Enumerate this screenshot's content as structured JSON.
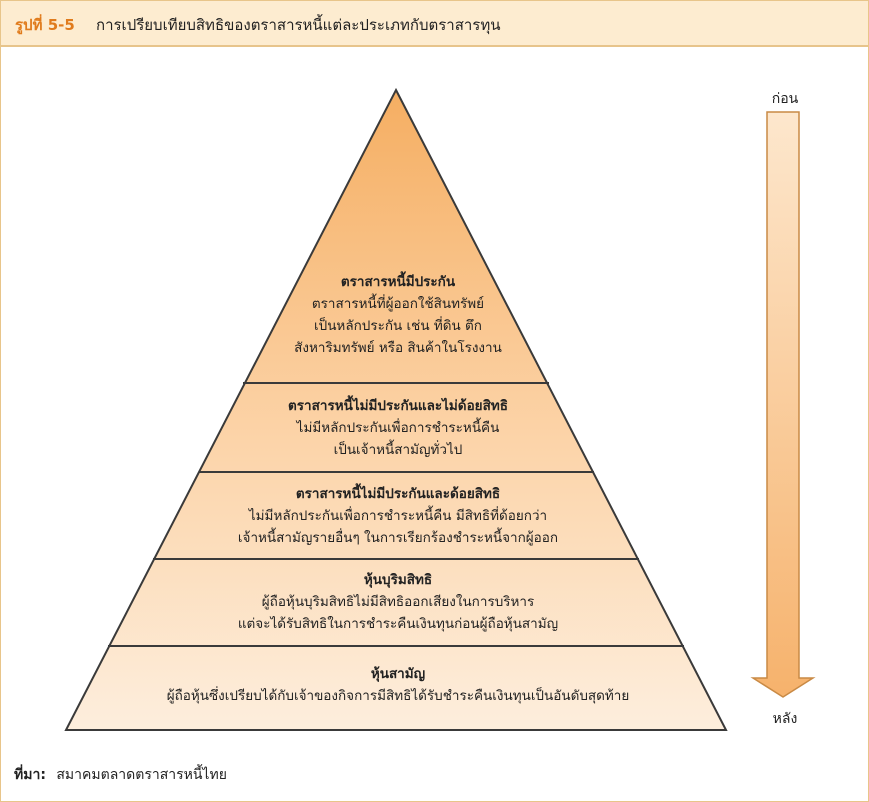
{
  "figure": {
    "number": "รูปที่ 5-5",
    "title": "การเปรียบเทียบสิทธิของตราสารหนี้แต่ละประเภทกับตราสารทุน"
  },
  "tiers": [
    {
      "title": "ตราสารหนี้มีประกัน",
      "lines": [
        "ตราสารหนี้ที่ผู้ออกใช้สินทรัพย์",
        "เป็นหลักประกัน เช่น ที่ดิน ตึก",
        "สังหาริมทรัพย์ หรือ สินค้าในโรงงาน"
      ]
    },
    {
      "title": "ตราสารหนี้ไม่มีประกันและไม่ด้อยสิทธิ",
      "lines": [
        "ไม่มีหลักประกันเพื่อการชำระหนี้คืน",
        "เป็นเจ้าหนี้สามัญทั่วไป"
      ]
    },
    {
      "title": "ตราสารหนี้ไม่มีประกันและด้อยสิทธิ",
      "lines": [
        "ไม่มีหลักประกันเพื่อการชำระหนี้คืน มีสิทธิที่ด้อยกว่า",
        "เจ้าหนี้สามัญรายอื่นๆ ในการเรียกร้องชำระหนี้จากผู้ออก"
      ]
    },
    {
      "title": "หุ้นบุริมสิทธิ",
      "lines": [
        "ผู้ถือหุ้นบุริมสิทธิไม่มีสิทธิออกเสียงในการบริหาร",
        "แต่จะได้รับสิทธิในการชำระคืนเงินทุนก่อนผู้ถือหุ้นสามัญ"
      ]
    },
    {
      "title": "หุ้นสามัญ",
      "lines": [
        "ผู้ถือหุ้นซึ่งเปรียบได้กับเจ้าของกิจการมีสิทธิได้รับชำระคืนเงินทุนเป็นอันดับสุดท้าย"
      ]
    }
  ],
  "arrow": {
    "top_label": "ก่อน",
    "bottom_label": "หลัง"
  },
  "source": {
    "label": "ที่มา:",
    "text": "สมาคมตลาดตราสารหนี้ไทย"
  },
  "colors": {
    "header_bg": "#fdecd0",
    "accent": "#e07b1c",
    "pyramid_top": "#f7b877",
    "pyramid_bottom": "#fde8cf",
    "outline": "#3a3a3a"
  }
}
